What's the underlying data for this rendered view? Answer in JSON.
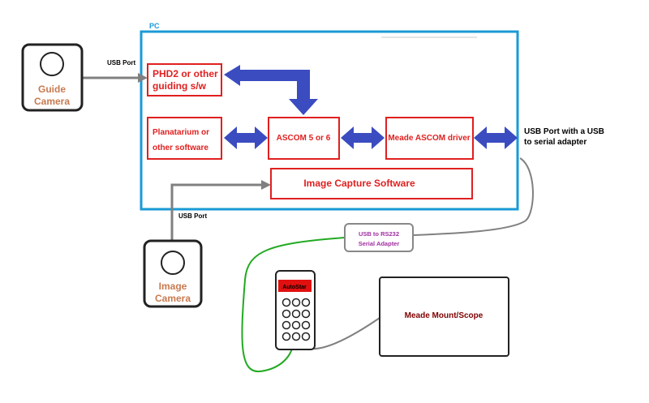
{
  "pc": {
    "label": "PC"
  },
  "guide_camera": {
    "line1": "Guide",
    "line2": "Camera",
    "port_label": "USB Port"
  },
  "image_camera": {
    "line1": "Image",
    "line2": "Camera",
    "port_label": "USB Port"
  },
  "boxes": {
    "phd2": {
      "line1": "PHD2 or other",
      "line2": "guiding s/w"
    },
    "planetarium": {
      "line1": "Planatarium or",
      "line2": "other software"
    },
    "ascom": {
      "label": "ASCOM 5 or 6"
    },
    "meade_driver": {
      "label": "Meade ASCOM driver"
    },
    "image_capture": {
      "label": "Image Capture Software"
    }
  },
  "usb_serial_port": {
    "line1": "USB Port with a USB",
    "line2": "to serial adapter"
  },
  "adapter": {
    "line1": "USB to RS232",
    "line2": "Serial Adapter"
  },
  "autostar": {
    "label": "AutoStar"
  },
  "mount": {
    "label": "Meade Mount/Scope"
  },
  "colors": {
    "pc_border": "#1a9ad6",
    "box_border": "#e02020",
    "box_text": "#e02020",
    "arrow": "#3b4cc0",
    "camera_text": "#c87a50",
    "cable_gray": "#808080",
    "cable_green": "#22aa22",
    "adapter_text": "#a030a0",
    "mount_text": "#800000"
  }
}
